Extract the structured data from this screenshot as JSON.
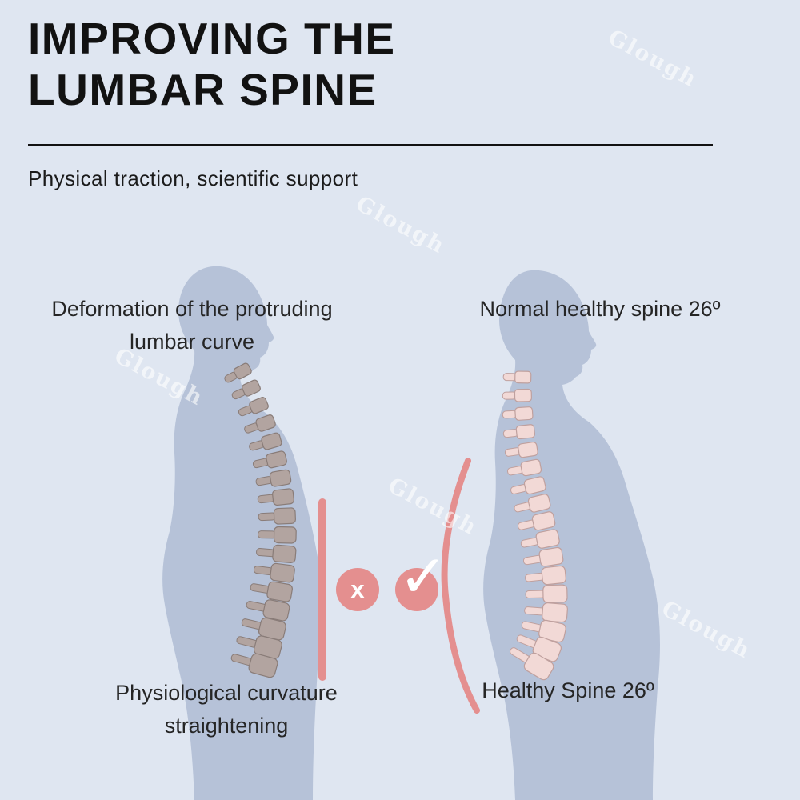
{
  "header": {
    "title_line1": "IMPROVING THE",
    "title_line2": "LUMBAR SPINE",
    "subtitle": "Physical traction, scientific support"
  },
  "watermark": {
    "text": "Glough"
  },
  "left_figure": {
    "top_label_line1": "Deformation of the protruding",
    "top_label_line2": "lumbar curve",
    "bottom_label_line1": "Physiological curvature",
    "bottom_label_line2": "straightening"
  },
  "right_figure": {
    "top_label": "Normal healthy spine 26º",
    "bottom_label": "Healthy Spine 26º"
  },
  "indicators": {
    "cross_symbol": "x",
    "check_symbol": "✓"
  },
  "colors": {
    "background": "#dfe6f1",
    "silhouette": "#b6c2d8",
    "accent": "#e48f8f",
    "deformed_spine": "#b2a4a0",
    "deformed_spine_edge": "#897c78",
    "healthy_spine": "#f2d9d6",
    "healthy_spine_edge": "#bfa09e",
    "text": "#1e1e1e"
  }
}
